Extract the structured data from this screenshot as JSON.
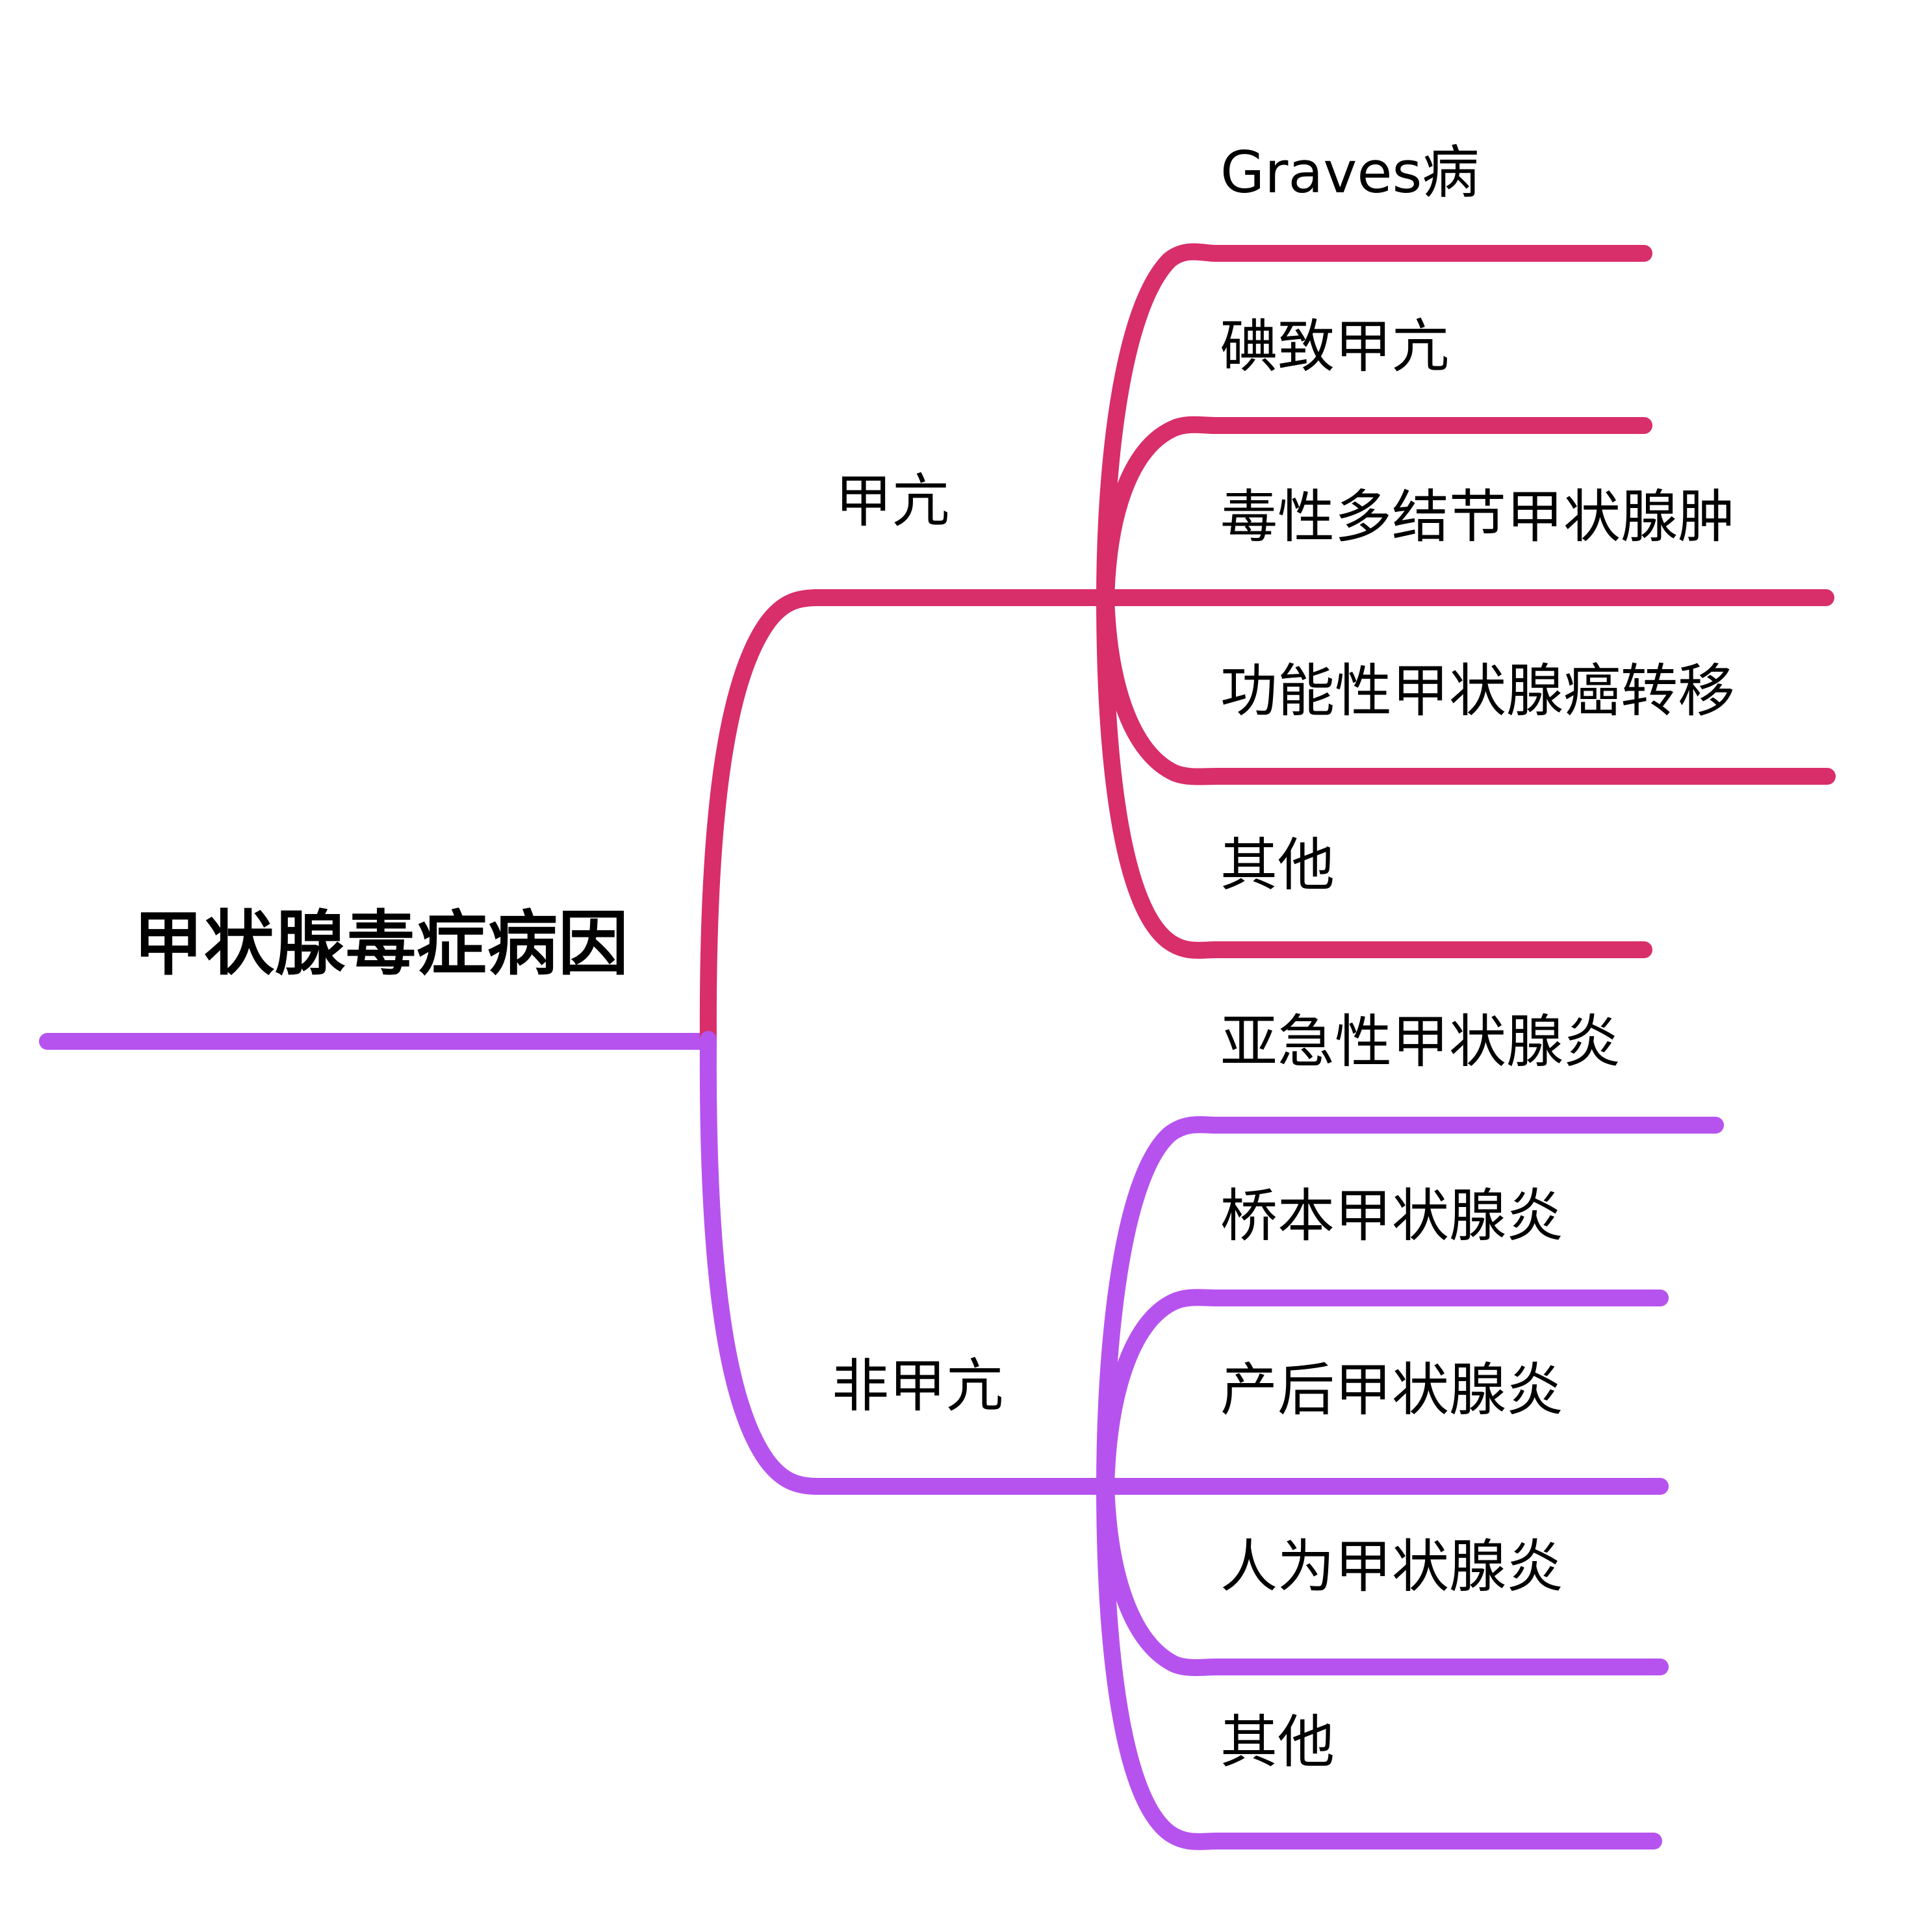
{
  "diagram": {
    "type": "mind-map",
    "title": "甲状腺毒症病因",
    "background_color": "#ffffff",
    "text_color": "#000000",
    "root": {
      "label": "甲状腺毒症病因"
    },
    "branches": [
      {
        "label": "甲亢",
        "color": "#D82E69",
        "children": [
          {
            "label": "Graves病"
          },
          {
            "label": "碘致甲亢"
          },
          {
            "label": "毒性多结节甲状腺肿"
          },
          {
            "label": "功能性甲状腺癌转移"
          },
          {
            "label": "其他"
          }
        ]
      },
      {
        "label": "非甲亢",
        "color": "#B653EE",
        "children": [
          {
            "label": "亚急性甲状腺炎"
          },
          {
            "label": "桥本甲状腺炎"
          },
          {
            "label": "产后甲状腺炎"
          },
          {
            "label": "人为甲状腺炎"
          },
          {
            "label": "其他"
          }
        ]
      }
    ]
  }
}
